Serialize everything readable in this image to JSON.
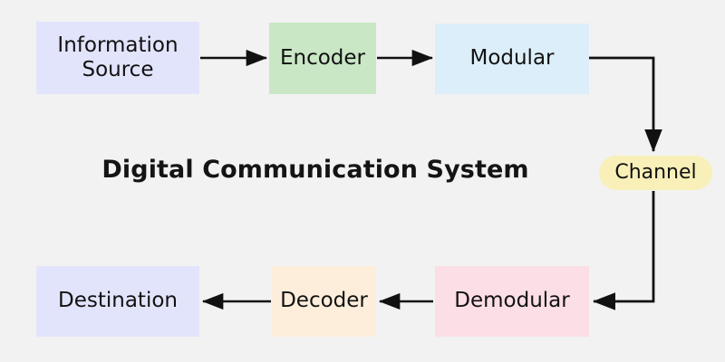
{
  "diagram": {
    "title": "Digital Communication System",
    "background_color": "#f2f2f2",
    "line_color": "#111111",
    "nodes": {
      "source": {
        "label": "Information\nSource",
        "color": "#e2e4fb"
      },
      "encoder": {
        "label": "Encoder",
        "color": "#c9e7c5"
      },
      "modular": {
        "label": "Modular",
        "color": "#ddeefb"
      },
      "channel": {
        "label": "Channel",
        "color": "#f8f0b8"
      },
      "demodular": {
        "label": "Demodular",
        "color": "#fcdee6"
      },
      "decoder": {
        "label": "Decoder",
        "color": "#fceedb"
      },
      "destination": {
        "label": "Destination",
        "color": "#e2e4fb"
      }
    },
    "connections": [
      {
        "from": "source",
        "to": "encoder",
        "direction": "right"
      },
      {
        "from": "encoder",
        "to": "modular",
        "direction": "right"
      },
      {
        "from": "modular",
        "to": "channel",
        "direction": "elbow-down"
      },
      {
        "from": "channel",
        "to": "demodular",
        "direction": "elbow-left"
      },
      {
        "from": "demodular",
        "to": "decoder",
        "direction": "left"
      },
      {
        "from": "decoder",
        "to": "destination",
        "direction": "left"
      }
    ]
  }
}
